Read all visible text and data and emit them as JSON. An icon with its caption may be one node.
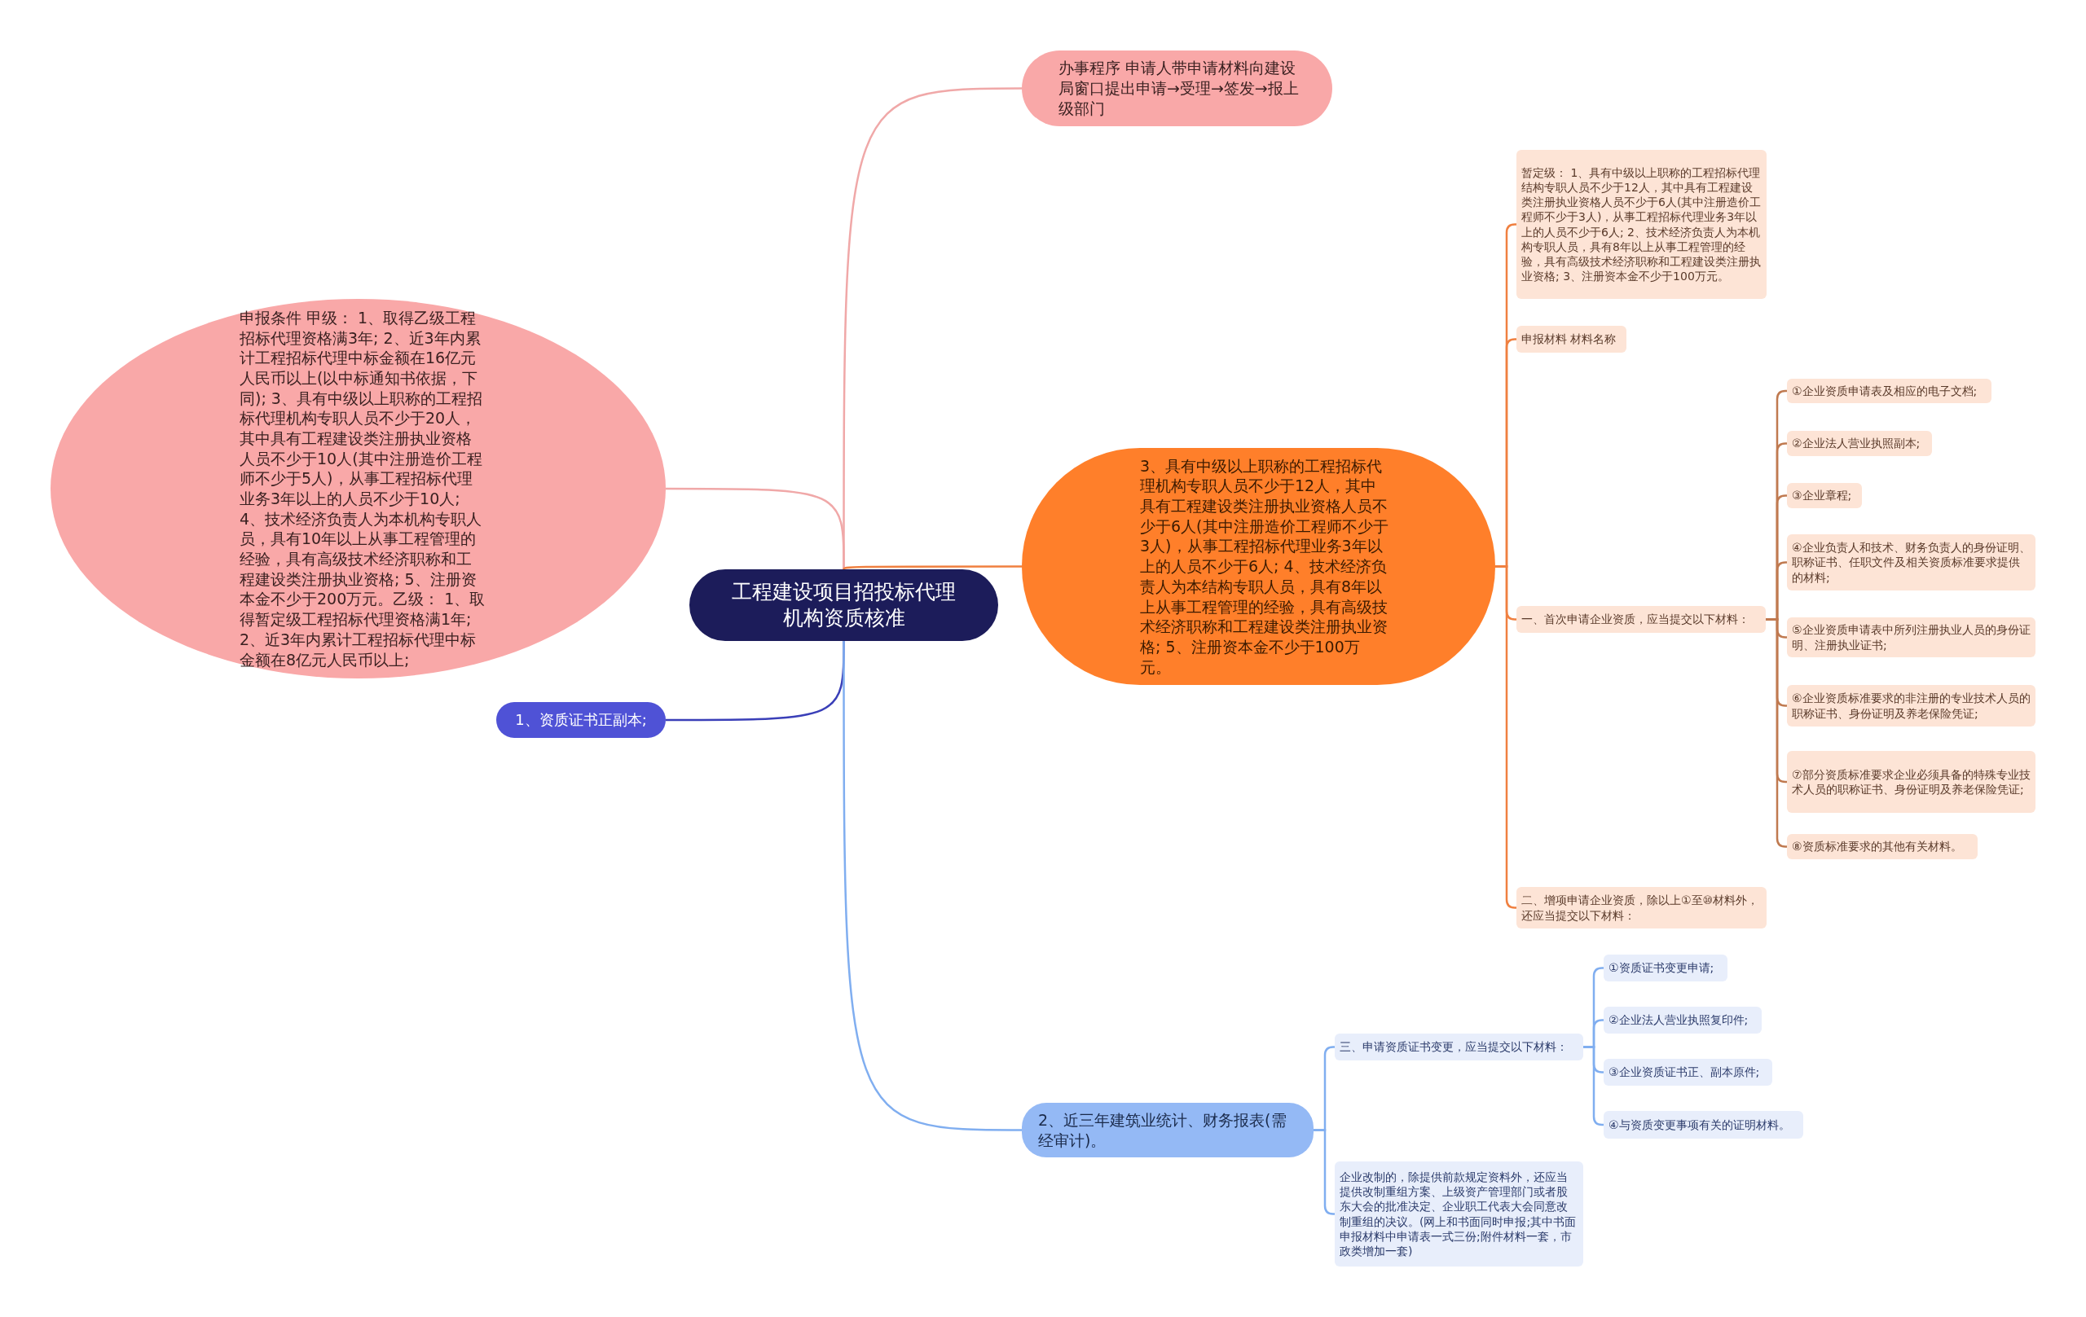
{
  "diagram": {
    "nodes": [
      {
        "text": [
          "工程建设项目招投标代理机构资质核准"
        ]
      },
      {
        "text": [
          "办事程序 申请人带申请材料向建设局窗口提出申请→受理→签发→报上级部门"
        ]
      },
      {
        "text": [
          "申报条件 甲级： 1、取得乙级工程招标代理资格满3年; 2、近3年内累计工程招标代理中标金额在16亿元人民币以上(以中标通知书依据，下同); 3、具有中级以上职称的工程招标代理机构专职人员不少于20人，其中具有工程建设类注册执业资格人员不少于10人(其中注册造价工程师不少于5人)，从事工程招标代理业务3年以上的人员不少于10人; 4、技术经济负责人为本机构专职人员，具有10年以上从事工程管理的经验，具有高级技术经济职称和工程建设类注册执业资格; 5、注册资本金不少于200万元。乙级： 1、取得暂定级工程招标代理资格满1年; 2、近3年内累计工程招标代理中标金额在8亿元人民币以上;"
        ]
      },
      {
        "text": [
          "1、资质证书正副本;"
        ]
      },
      {
        "text": [
          "3、具有中级以上职称的工程招标代理机构专职人员不少于12人，其中具有工程建设类注册执业资格人员不少于6人(其中注册造价工程师不少于3人)，从事工程招标代理业务3年以上的人员不少于6人; 4、技术经济负责人为本结构专职人员，具有8年以上从事工程管理的经验，具有高级技术经济职称和工程建设类注册执业资格; 5、注册资本金不少于100万元。"
        ]
      },
      {
        "text": [
          "暂定级： 1、具有中级以上职称的工程招标代理结构专职人员不少于12人，其中具有工程建设类注册执业资格人员不少于6人(其中注册造价工程师不少于3人)，从事工程招标代理业务3年以上的人员不少于6人; 2、技术经济负责人为本机构专职人员，具有8年以上从事工程管理的经验，具有高级技术经济职称和工程建设类注册执业资格; 3、注册资本金不少于100万元。"
        ]
      },
      {
        "text": [
          "申报材料 材料名称"
        ]
      },
      {
        "text": [
          "一、首次申请企业资质，应当提交以下材料："
        ]
      },
      {
        "text": [
          "①企业资质申请表及相应的电子文档;"
        ]
      },
      {
        "text": [
          "②企业法人营业执照副本;"
        ]
      },
      {
        "text": [
          "③企业章程;"
        ]
      },
      {
        "text": [
          "④企业负责人和技术、财务负责人的身份证明、职称证书、任职文件及相关资质标准要求提供的材料;"
        ]
      },
      {
        "text": [
          "⑤企业资质申请表中所列注册执业人员的身份证明、注册执业证书;"
        ]
      },
      {
        "text": [
          "⑥企业资质标准要求的非注册的专业技术人员的职称证书、身份证明及养老保险凭证;"
        ]
      },
      {
        "text": [
          "⑦部分资质标准要求企业必须具备的特殊专业技术人员的职称证书、身份证明及养老保险凭证;"
        ]
      },
      {
        "text": [
          "⑧资质标准要求的其他有关材料。"
        ]
      },
      {
        "text": [
          "二、增项申请企业资质，除以上①至⑩材料外，还应当提交以下材料："
        ]
      },
      {
        "text": [
          "2、近三年建筑业统计、财务报表(需经审计)。"
        ]
      },
      {
        "text": [
          "三、申请资质证书变更，应当提交以下材料："
        ]
      },
      {
        "text": [
          "①资质证书变更申请;"
        ]
      },
      {
        "text": [
          "②企业法人营业执照复印件;"
        ]
      },
      {
        "text": [
          "③企业资质证书正、副本原件;"
        ]
      },
      {
        "text": [
          "④与资质变更事项有关的证明材料。"
        ]
      },
      {
        "text": [
          "企业改制的，除提供前款规定资料外，还应当提供改制重组方案、上级资产管理部门或者股东大会的批准决定、企业职工代表大会同意改制重组的决议。(网上和书面同时申报;其中书面申报材料中申请表一式三份;附件材料一套，市政类增加一套)"
        ]
      }
    ],
    "edges": [
      {
        "from": 0,
        "to": 1,
        "arrow": "none",
        "color": "#f0a8a8"
      },
      {
        "from": 0,
        "to": 2,
        "arrow": "none",
        "color": "#f0a8a8"
      },
      {
        "from": 0,
        "to": 3,
        "arrow": "none",
        "color": "#3a3fb8"
      },
      {
        "from": 0,
        "to": 4,
        "arrow": "none"
      },
      {
        "from": 0,
        "to": 17,
        "arrow": "none",
        "color": "#80aef0"
      },
      {
        "from": 4,
        "to": 5,
        "arrow": "none"
      },
      {
        "from": 4,
        "to": 6,
        "arrow": "none"
      },
      {
        "from": 4,
        "to": 7,
        "arrow": "none"
      },
      {
        "from": 4,
        "to": 16,
        "arrow": "none"
      },
      {
        "from": 7,
        "to": 8,
        "arrow": "none",
        "color": "#c07a50"
      },
      {
        "from": 7,
        "to": 9,
        "arrow": "none",
        "color": "#c07a50"
      },
      {
        "from": 7,
        "to": 10,
        "arrow": "none",
        "color": "#c07a50"
      },
      {
        "from": 7,
        "to": 11,
        "arrow": "none",
        "color": "#c07a50"
      },
      {
        "from": 7,
        "to": 12,
        "arrow": "none",
        "color": "#c07a50"
      },
      {
        "from": 7,
        "to": 13,
        "arrow": "none",
        "color": "#c07a50"
      },
      {
        "from": 7,
        "to": 14,
        "arrow": "none",
        "color": "#c07a50"
      },
      {
        "from": 7,
        "to": 15,
        "arrow": "none",
        "color": "#c07a50"
      },
      {
        "from": 17,
        "to": 18,
        "arrow": "none",
        "color": "#80aef0"
      },
      {
        "from": 17,
        "to": 23,
        "arrow": "none",
        "color": "#80aef0"
      },
      {
        "from": 18,
        "to": 19,
        "arrow": "none",
        "color": "#80aef0"
      },
      {
        "from": 18,
        "to": 20,
        "arrow": "none",
        "color": "#80aef0"
      },
      {
        "from": 18,
        "to": 21,
        "arrow": "none",
        "color": "#80aef0"
      },
      {
        "from": 18,
        "to": 22,
        "arrow": "none",
        "color": "#80aef0"
      }
    ]
  }
}
